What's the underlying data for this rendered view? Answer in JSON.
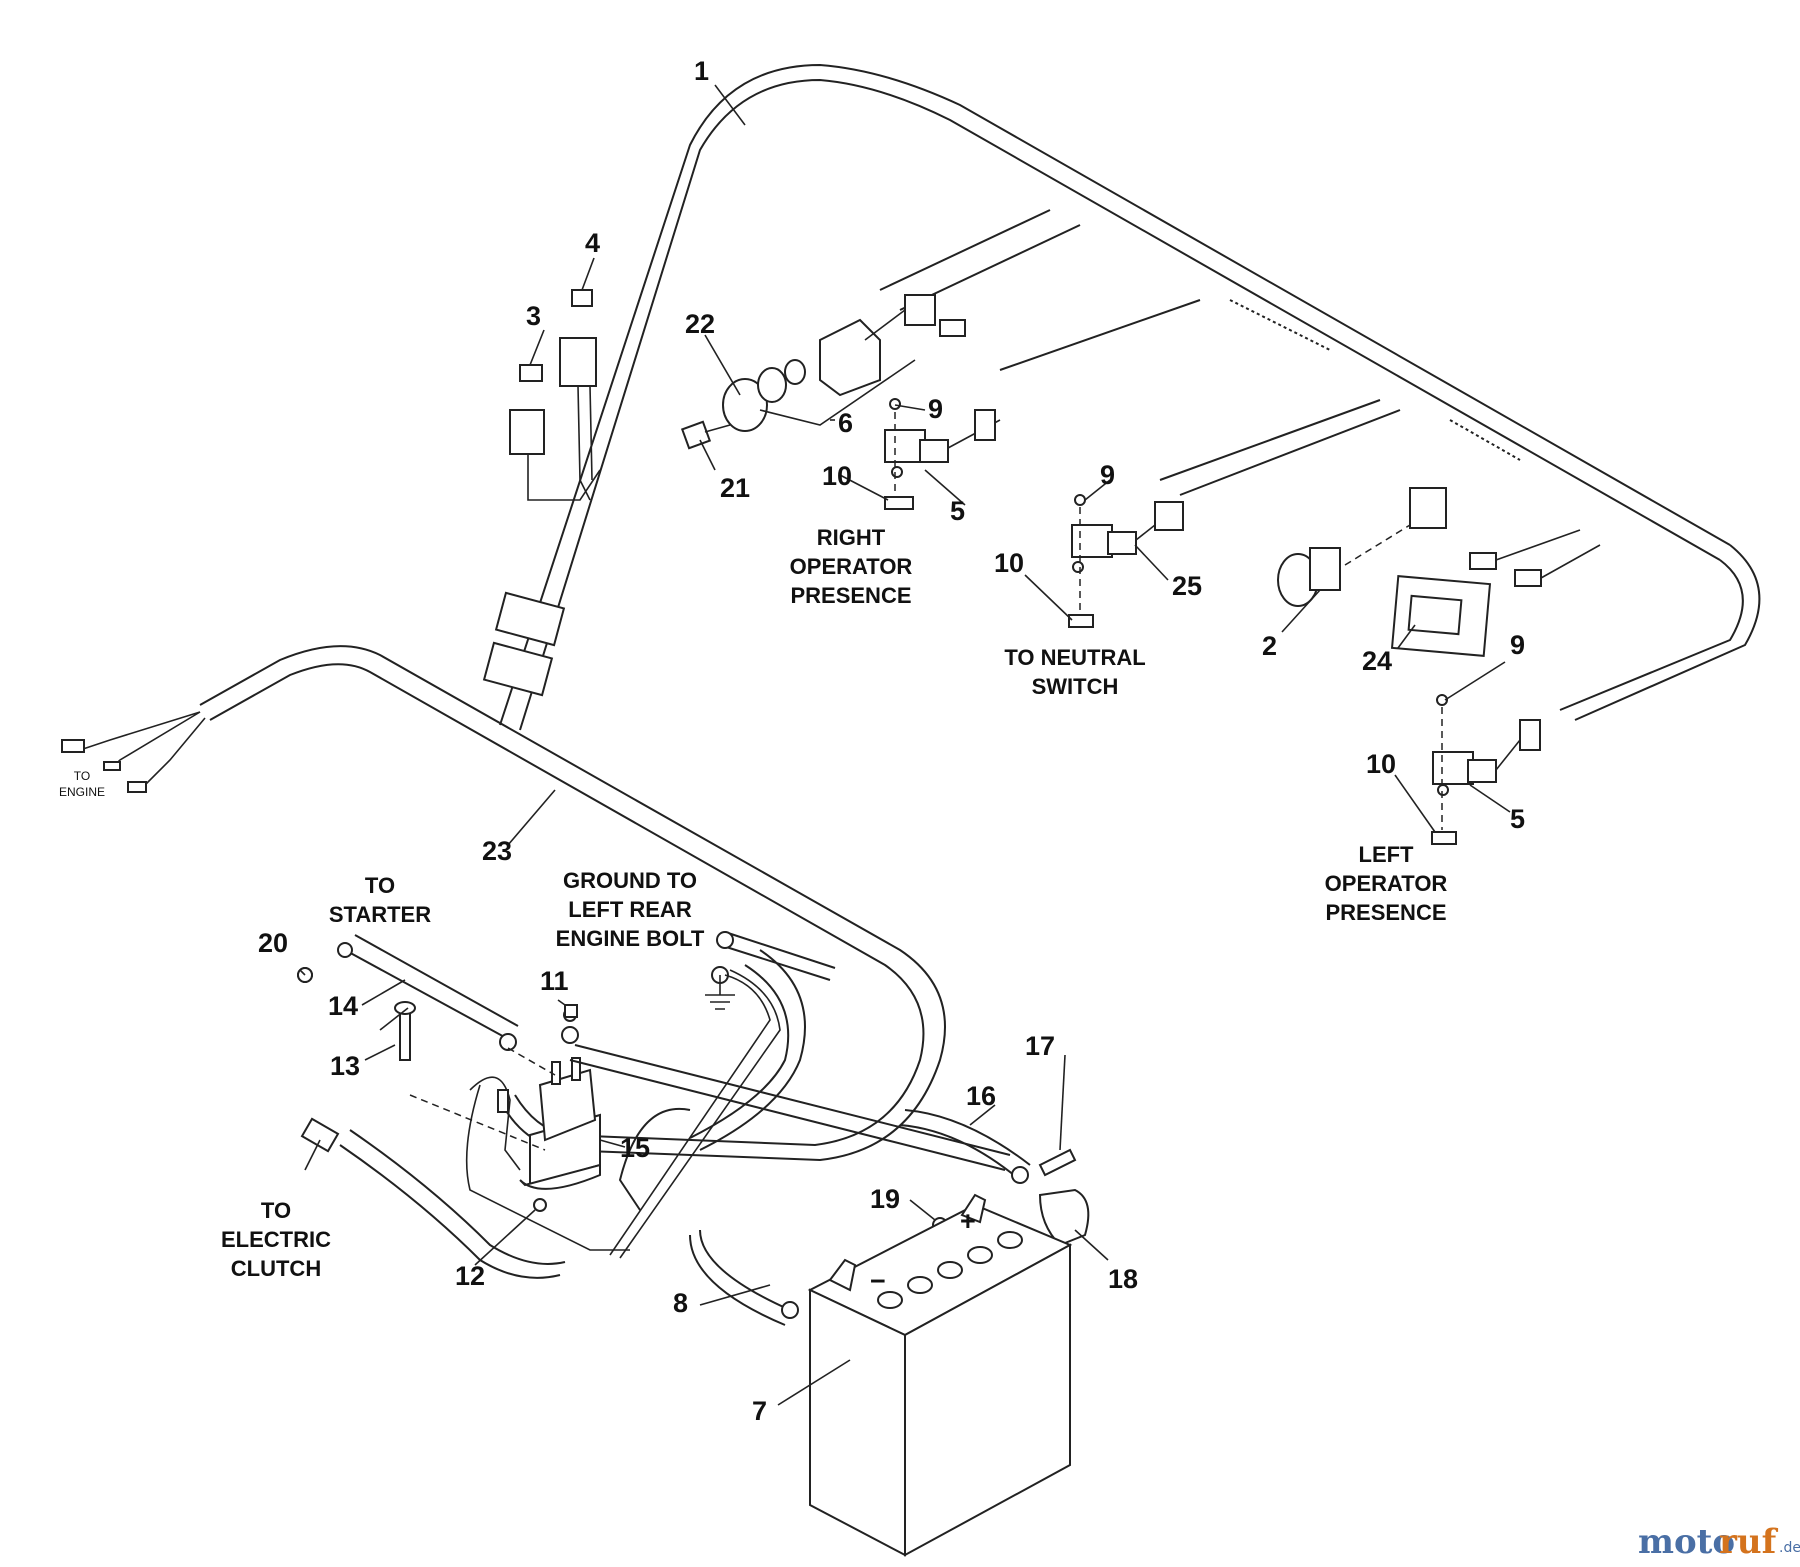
{
  "callouts": [
    {
      "id": "c1",
      "text": "1"
    },
    {
      "id": "c2",
      "text": "2"
    },
    {
      "id": "c3",
      "text": "3"
    },
    {
      "id": "c4",
      "text": "4"
    },
    {
      "id": "c5a",
      "text": "5"
    },
    {
      "id": "c5b",
      "text": "5"
    },
    {
      "id": "c6",
      "text": "6"
    },
    {
      "id": "c7",
      "text": "7"
    },
    {
      "id": "c8",
      "text": "8"
    },
    {
      "id": "c9a",
      "text": "9"
    },
    {
      "id": "c9b",
      "text": "9"
    },
    {
      "id": "c9c",
      "text": "9"
    },
    {
      "id": "c10a",
      "text": "10"
    },
    {
      "id": "c10b",
      "text": "10"
    },
    {
      "id": "c10c",
      "text": "10"
    },
    {
      "id": "c11",
      "text": "11"
    },
    {
      "id": "c12",
      "text": "12"
    },
    {
      "id": "c13",
      "text": "13"
    },
    {
      "id": "c14",
      "text": "14"
    },
    {
      "id": "c15",
      "text": "15"
    },
    {
      "id": "c16",
      "text": "16"
    },
    {
      "id": "c17",
      "text": "17"
    },
    {
      "id": "c18",
      "text": "18"
    },
    {
      "id": "c19",
      "text": "19"
    },
    {
      "id": "c20",
      "text": "20"
    },
    {
      "id": "c21",
      "text": "21"
    },
    {
      "id": "c22",
      "text": "22"
    },
    {
      "id": "c23",
      "text": "23"
    },
    {
      "id": "c24",
      "text": "24"
    },
    {
      "id": "c25",
      "text": "25"
    }
  ],
  "captions": {
    "right_operator_presence": [
      "RIGHT",
      "OPERATOR",
      "PRESENCE"
    ],
    "to_neutral_switch": [
      "TO NEUTRAL",
      "SWITCH"
    ],
    "left_operator_presence": [
      "LEFT",
      "OPERATOR",
      "PRESENCE"
    ],
    "to_engine": [
      "TO",
      "ENGINE"
    ],
    "to_starter": [
      "TO",
      "STARTER"
    ],
    "ground_to_left_rear_engine_bolt": [
      "GROUND TO",
      "LEFT REAR",
      "ENGINE BOLT"
    ],
    "to_electric_clutch": [
      "TO",
      "ELECTRIC",
      "CLUTCH"
    ]
  },
  "battery_terminals": {
    "positive": "+",
    "negative": "−"
  },
  "watermark": {
    "part1": "moto",
    "part2": "ruf",
    "suffix": ".de"
  }
}
